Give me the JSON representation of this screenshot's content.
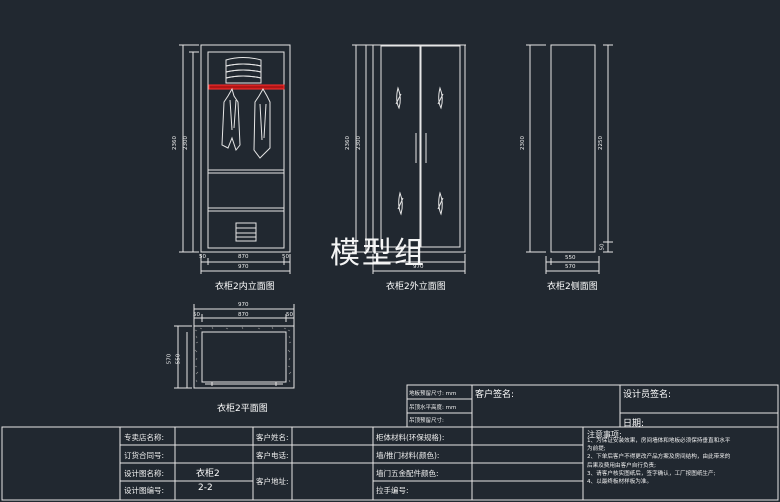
{
  "views": {
    "inner_title": "衣柜2内立面图",
    "outer_title": "衣柜2外立面图",
    "side_title": "衣柜2侧面图",
    "plan_title": "衣柜2平面图"
  },
  "watermark": "模型组",
  "dims": {
    "inner_h_outer": "2360",
    "inner_h_inner": "2300",
    "inner_w_left": "50",
    "inner_w_mid": "870",
    "inner_w_right": "50",
    "inner_w_total": "970",
    "outer_h_outer": "2360",
    "outer_h_inner": "2300",
    "outer_w_total": "970",
    "side_h_left": "2300",
    "side_h_right": "2250",
    "side_base": "50",
    "side_w_inner": "550",
    "side_w_total": "570",
    "plan_w_total": "970",
    "plan_w_left": "50",
    "plan_w_mid": "870",
    "plan_w_right": "50",
    "plan_d_outer": "570",
    "plan_d_inner": "550"
  },
  "approval": {
    "row1": "地板预留尺寸: mm",
    "row2": "吊顶水平高度: mm",
    "row3": "吊顶预留尺寸:",
    "customer_sign": "客户签名:",
    "designer_sign": "设计员签名:",
    "date": "日期:"
  },
  "titleblock": {
    "c1": [
      "专卖店名称:",
      "订货合同号:",
      "设计图名称:",
      "设计图编号:"
    ],
    "drawing_name": "衣柜2",
    "drawing_number": "2-2",
    "c2": [
      "客户姓名:",
      "客户电话:",
      "客户地址:"
    ],
    "c3": [
      "柜体材料(环保规格):",
      "墙/推门材料(颜色):",
      "墙门五金配件颜色:",
      "拉手编号:"
    ],
    "notes_title": "注意事项:",
    "notes": [
      "1、为保证安装效果，房间墙体和地板必须保持垂直和水平",
      "为前提;",
      "2、下单后客户不得更改产品方案及房间结构，由此带来的",
      "后果及费用由客户自行负责;",
      "3、请客户核实图纸后，签字确认，工厂按图纸生产;",
      "4、以最终板材样板为准。"
    ]
  }
}
